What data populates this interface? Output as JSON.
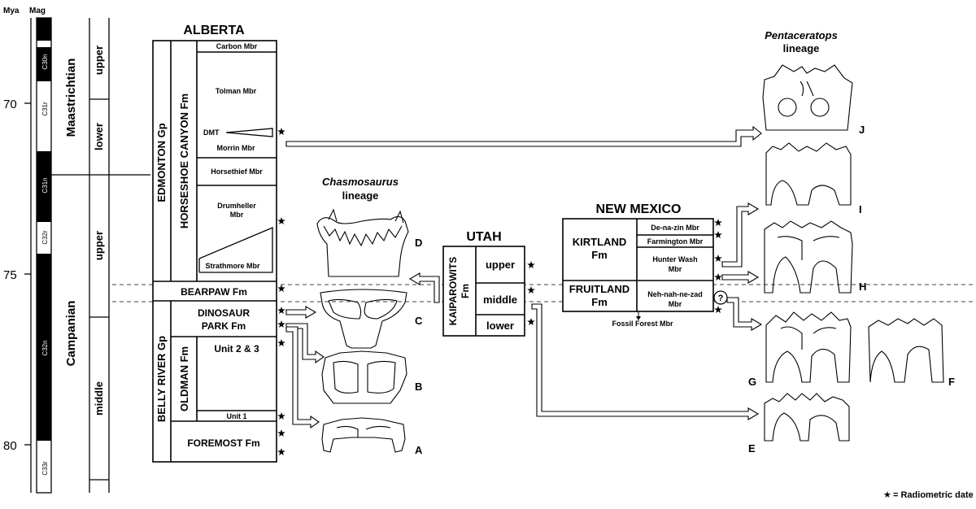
{
  "timescale": {
    "mya_header": "Mya",
    "mag_header": "Mag",
    "ticks": [
      "70",
      "75",
      "80"
    ],
    "chrons": [
      "C30n",
      "C31r",
      "C31n",
      "C32r",
      "C32n",
      "C33r"
    ],
    "stages": [
      "Maastrichtian",
      "Campanian"
    ],
    "substages": [
      "upper",
      "lower",
      "upper",
      "middle"
    ]
  },
  "alberta": {
    "title": "ALBERTA",
    "groups": {
      "edmonton": "EDMONTON Gp",
      "belly_river": "BELLY RIVER Gp"
    },
    "formations": {
      "horseshoe_canyon": "HORSESHOE CANYON Fm",
      "oldman": "OLDMAN Fm",
      "bearpaw": "BEARPAW Fm",
      "dinosaur_park_1": "DINOSAUR",
      "dinosaur_park_2": "PARK Fm",
      "foremost": "FOREMOST Fm"
    },
    "members": {
      "carbon": "Carbon Mbr",
      "tolman": "Tolman Mbr",
      "dmt": "DMT",
      "morrin": "Morrin Mbr",
      "horsethief": "Horsethief Mbr",
      "drumheller_1": "Drumheller",
      "drumheller_2": "Mbr",
      "strathmore": "Strathmore Mbr",
      "unit23": "Unit 2 & 3",
      "unit1": "Unit 1"
    }
  },
  "chasmosaurus": {
    "title": "Chasmosaurus",
    "subtitle": "lineage",
    "labels": [
      "D",
      "C",
      "B",
      "A"
    ]
  },
  "utah": {
    "title": "UTAH",
    "formation_1": "KAIPAROWITS",
    "formation_2": "Fm",
    "units": [
      "upper",
      "middle",
      "lower"
    ]
  },
  "new_mexico": {
    "title": "NEW MEXICO",
    "kirtland_1": "KIRTLAND",
    "kirtland_2": "Fm",
    "fruitland_1": "FRUITLAND",
    "fruitland_2": "Fm",
    "members": {
      "denazin": "De-na-zin Mbr",
      "farmington": "Farmington Mbr",
      "hunter_wash_1": "Hunter Wash",
      "hunter_wash_2": "Mbr",
      "nehnah_1": "Neh-nah-ne-zad",
      "nehnah_2": "Mbr",
      "fossil_forest": "Fossil Forest Mbr"
    },
    "question": "?"
  },
  "pentaceratops": {
    "title": "Pentaceratops",
    "subtitle": "lineage",
    "labels": [
      "J",
      "I",
      "H",
      "G",
      "F",
      "E"
    ]
  },
  "legend": {
    "star": "★",
    "text": "= Radiometric date"
  }
}
